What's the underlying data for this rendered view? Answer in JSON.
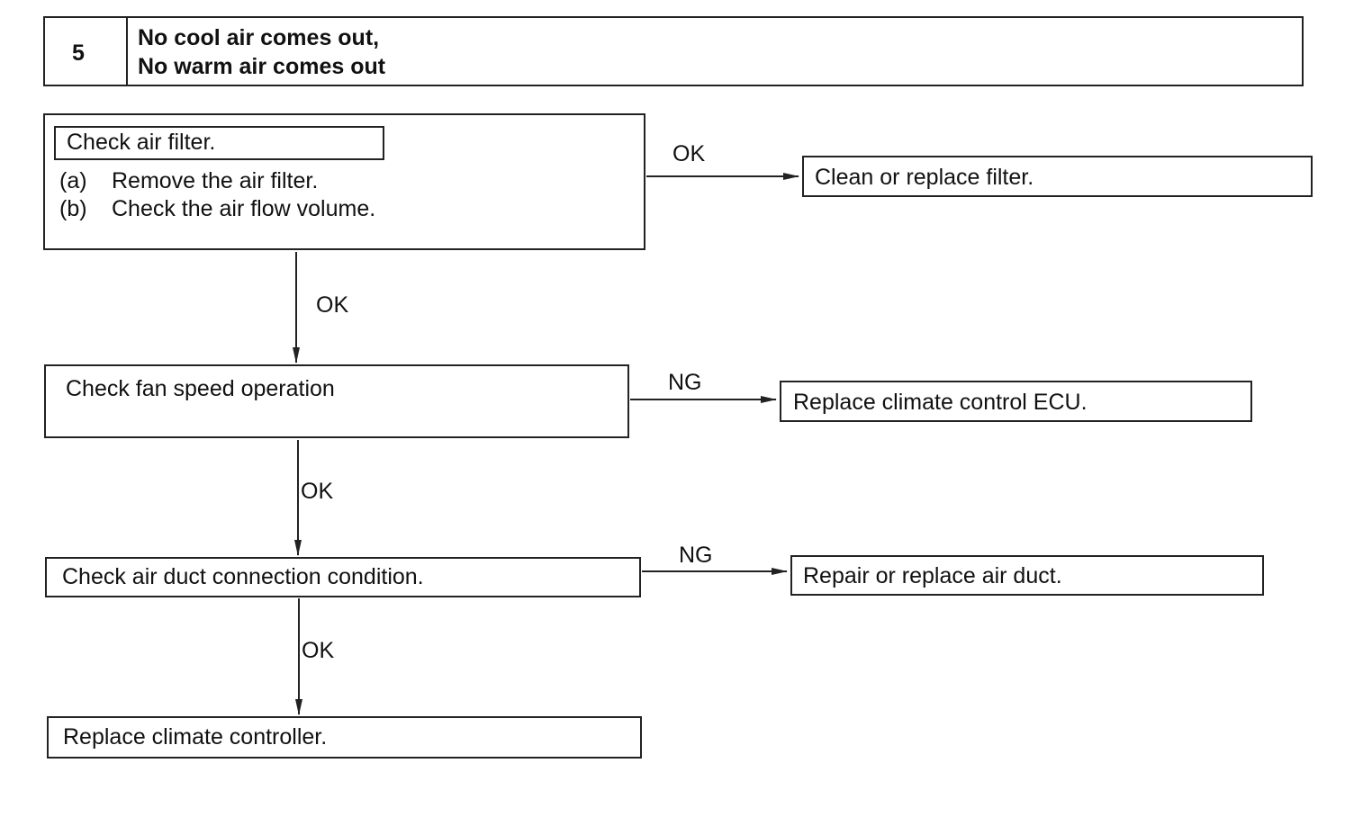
{
  "header": {
    "number": "5",
    "title_line1": "No cool air comes out,",
    "title_line2": "No warm air comes out"
  },
  "steps": {
    "air_filter": {
      "title": "Check air filter.",
      "sub_a_marker": "(a)",
      "sub_a_text": "Remove the air filter.",
      "sub_b_marker": "(b)",
      "sub_b_text": "Check the air flow volume."
    },
    "fan_speed": {
      "title": "Check fan speed operation"
    },
    "air_duct": {
      "title": "Check air duct connection condition."
    },
    "final": {
      "title": "Replace climate controller."
    }
  },
  "results": {
    "clean_filter": "Clean or replace filter.",
    "replace_ecu": "Replace climate control ECU.",
    "repair_duct": "Repair or replace air duct."
  },
  "labels": {
    "filter_right": "OK",
    "filter_down": "OK",
    "fan_right": "NG",
    "fan_down": "OK",
    "duct_right": "NG",
    "duct_down": "OK"
  }
}
